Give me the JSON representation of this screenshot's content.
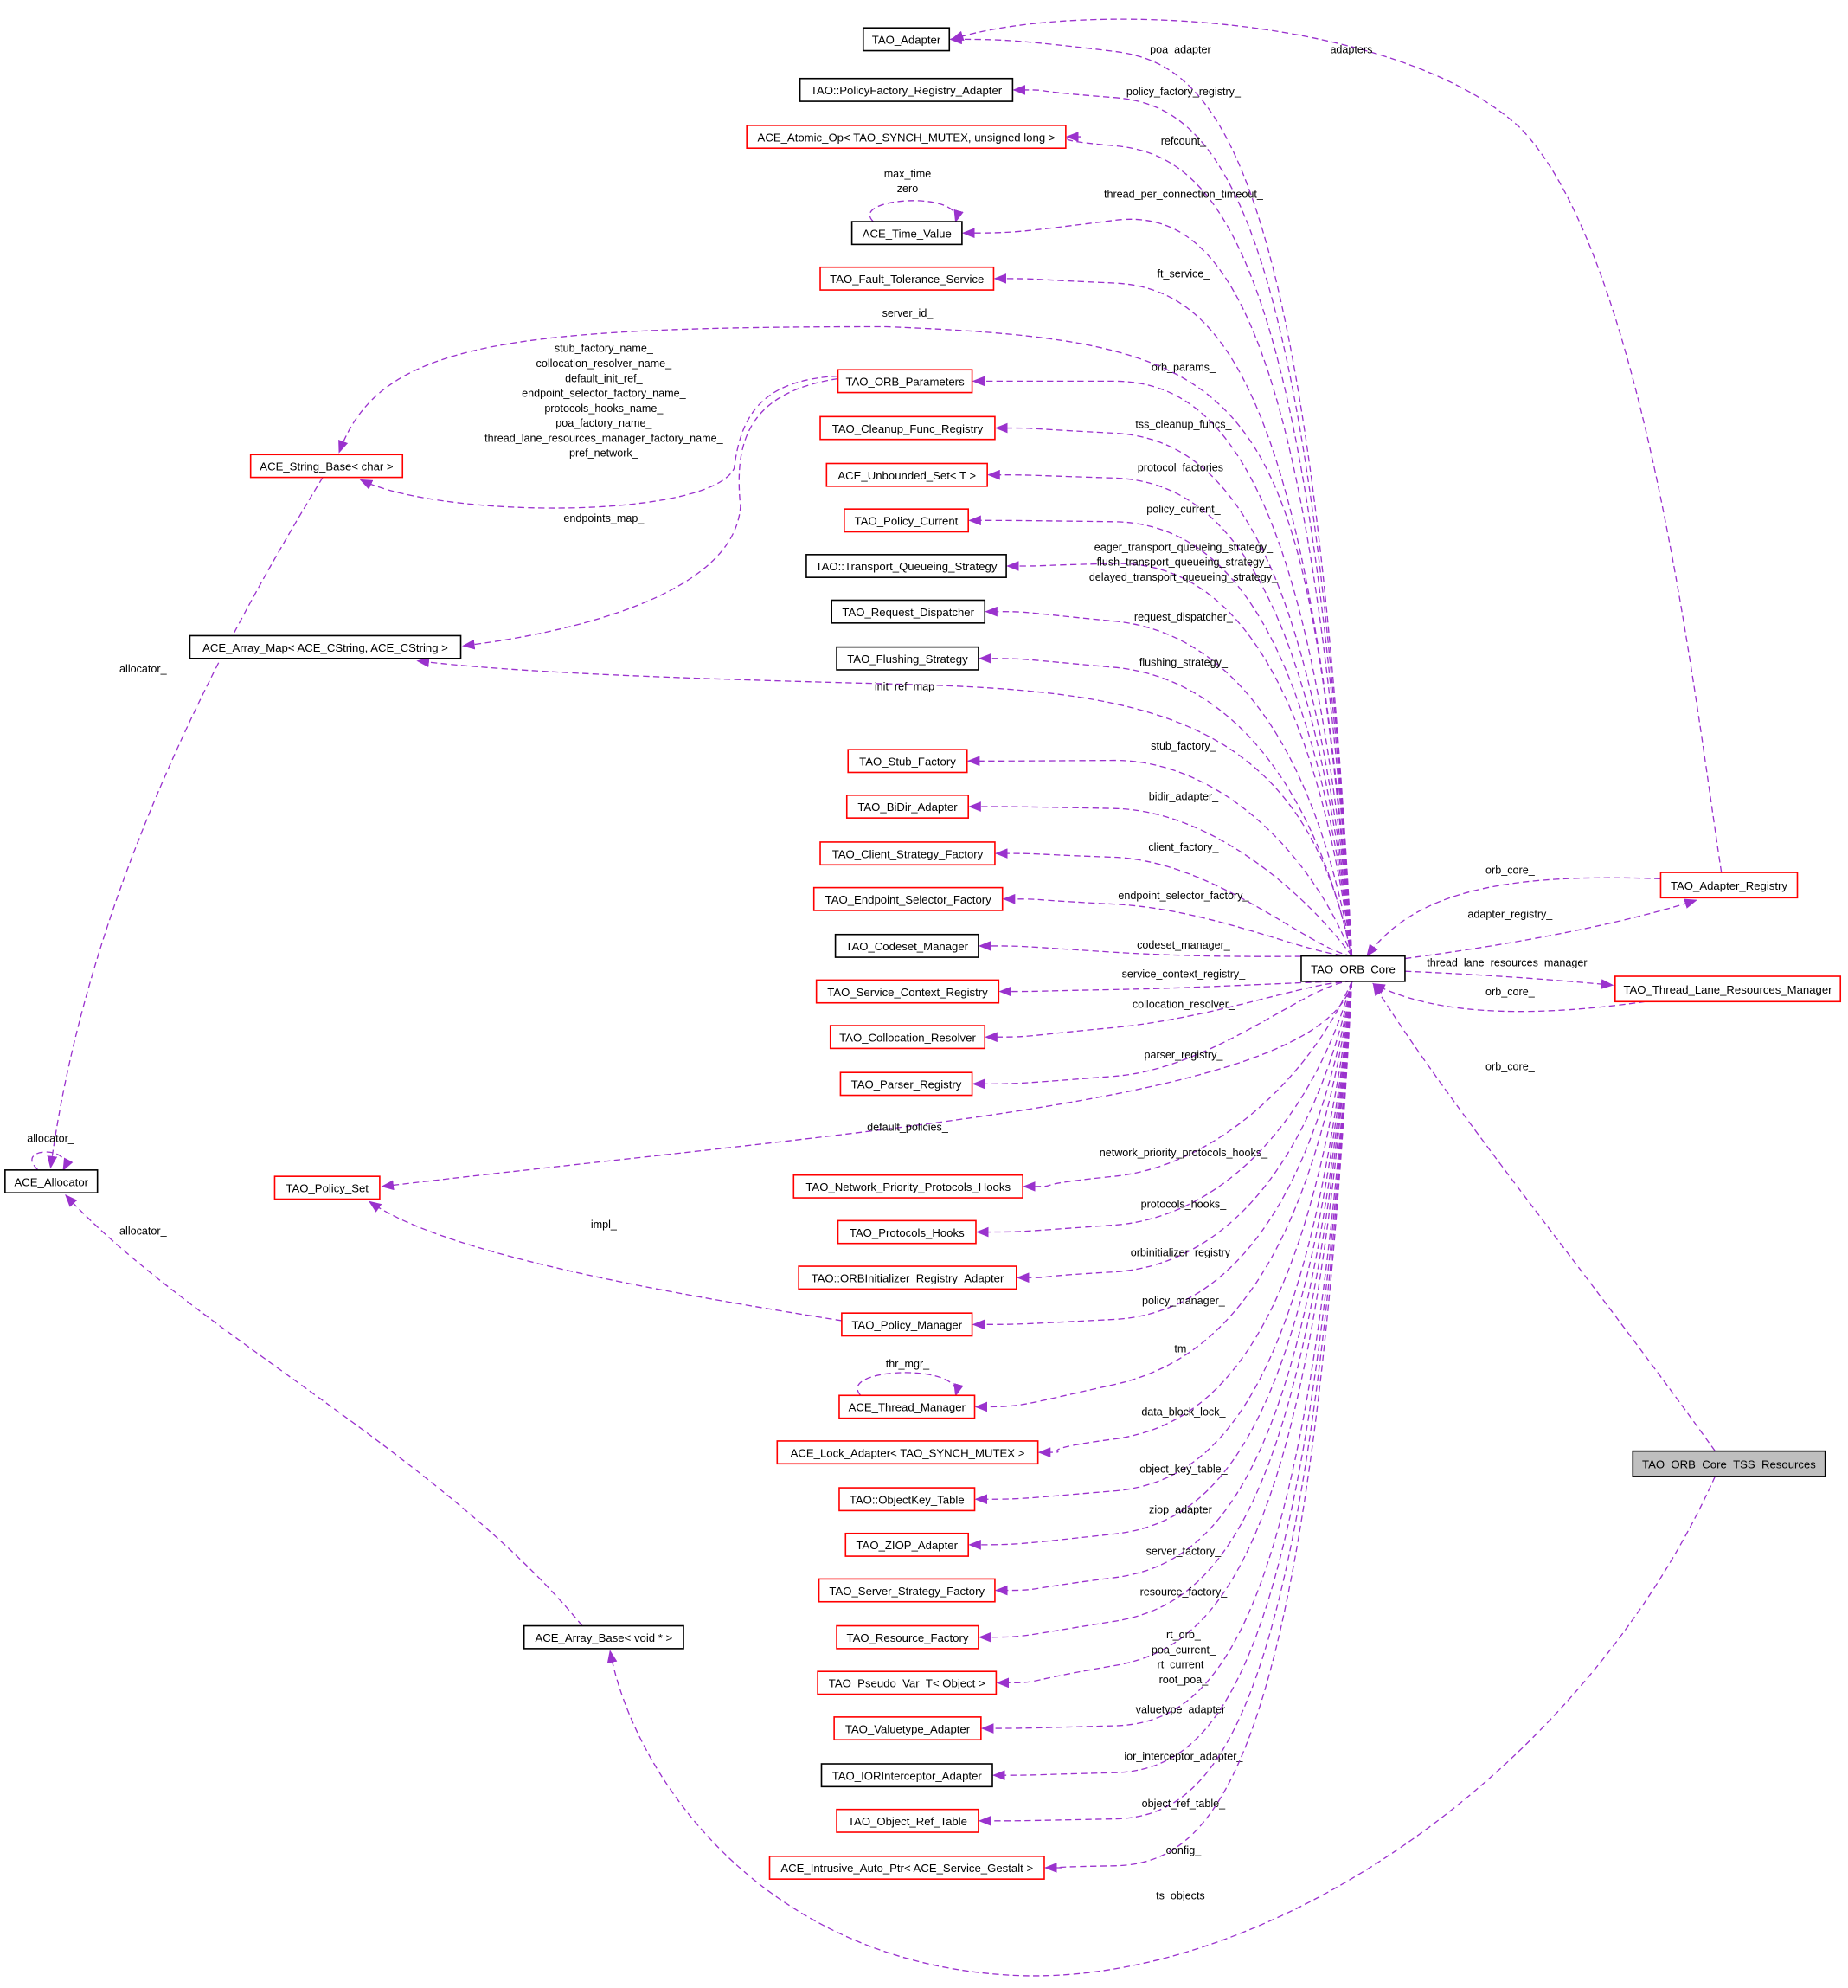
{
  "colors": {
    "edge": "#9a32cd",
    "red_border": "#ff0000",
    "black_border": "#000000",
    "root_fill": "#bfbfbf"
  },
  "nodes": [
    {
      "label": "TAO_Adapter",
      "border": "black"
    },
    {
      "label": "TAO::PolicyFactory_Registry_Adapter",
      "border": "black"
    },
    {
      "label": "ACE_Atomic_Op< TAO_SYNCH_MUTEX, unsigned long >",
      "border": "red"
    },
    {
      "label": "ACE_Time_Value",
      "border": "black"
    },
    {
      "label": "TAO_Fault_Tolerance_Service",
      "border": "red"
    },
    {
      "label": "TAO_ORB_Parameters",
      "border": "red"
    },
    {
      "label": "TAO_Cleanup_Func_Registry",
      "border": "red"
    },
    {
      "label": "ACE_Unbounded_Set< T >",
      "border": "red"
    },
    {
      "label": "TAO_Policy_Current",
      "border": "red"
    },
    {
      "label": "TAO::Transport_Queueing_Strategy",
      "border": "black"
    },
    {
      "label": "TAO_Request_Dispatcher",
      "border": "black"
    },
    {
      "label": "TAO_Flushing_Strategy",
      "border": "black"
    },
    {
      "label": "TAO_Stub_Factory",
      "border": "red"
    },
    {
      "label": "TAO_BiDir_Adapter",
      "border": "red"
    },
    {
      "label": "TAO_Client_Strategy_Factory",
      "border": "red"
    },
    {
      "label": "TAO_Endpoint_Selector_Factory",
      "border": "red"
    },
    {
      "label": "TAO_Codeset_Manager",
      "border": "black"
    },
    {
      "label": "TAO_Service_Context_Registry",
      "border": "red"
    },
    {
      "label": "TAO_Collocation_Resolver",
      "border": "red"
    },
    {
      "label": "TAO_Parser_Registry",
      "border": "red"
    },
    {
      "label": "TAO_Network_Priority_Protocols_Hooks",
      "border": "red"
    },
    {
      "label": "TAO_Protocols_Hooks",
      "border": "red"
    },
    {
      "label": "TAO::ORBInitializer_Registry_Adapter",
      "border": "red"
    },
    {
      "label": "TAO_Policy_Manager",
      "border": "red"
    },
    {
      "label": "ACE_Thread_Manager",
      "border": "red"
    },
    {
      "label": "ACE_Lock_Adapter< TAO_SYNCH_MUTEX >",
      "border": "red"
    },
    {
      "label": "TAO::ObjectKey_Table",
      "border": "red"
    },
    {
      "label": "TAO_ZIOP_Adapter",
      "border": "red"
    },
    {
      "label": "TAO_Server_Strategy_Factory",
      "border": "red"
    },
    {
      "label": "TAO_Resource_Factory",
      "border": "red"
    },
    {
      "label": "TAO_Pseudo_Var_T< Object >",
      "border": "red"
    },
    {
      "label": "TAO_Valuetype_Adapter",
      "border": "red"
    },
    {
      "label": "TAO_IORInterceptor_Adapter",
      "border": "black"
    },
    {
      "label": "TAO_Object_Ref_Table",
      "border": "red"
    },
    {
      "label": "ACE_Intrusive_Auto_Ptr< ACE_Service_Gestalt >",
      "border": "red"
    },
    {
      "label": "ACE_String_Base< char >",
      "border": "red"
    },
    {
      "label": "ACE_Array_Map< ACE_CString, ACE_CString >",
      "border": "black"
    },
    {
      "label": "ACE_Allocator",
      "border": "black"
    },
    {
      "label": "TAO_Policy_Set",
      "border": "red"
    },
    {
      "label": "ACE_Array_Base< void * >",
      "border": "black"
    },
    {
      "label": "TAO_ORB_Core",
      "border": "black"
    },
    {
      "label": "TAO_Adapter_Registry",
      "border": "red"
    },
    {
      "label": "TAO_Thread_Lane_Resources_Manager",
      "border": "red"
    },
    {
      "label": "TAO_ORB_Core_TSS_Resources",
      "border": "black",
      "root": true
    }
  ],
  "edges": [
    {
      "from": 40,
      "to": 0,
      "labels": [
        "poa_adapter_"
      ]
    },
    {
      "from": 40,
      "to": 1,
      "labels": [
        "policy_factory_registry_"
      ]
    },
    {
      "from": 40,
      "to": 2,
      "labels": [
        "refcount_"
      ]
    },
    {
      "from": 40,
      "to": 3,
      "labels": [
        "thread_per_connection_timeout_"
      ]
    },
    {
      "from": 40,
      "to": 4,
      "labels": [
        "ft_service_"
      ]
    },
    {
      "from": 40,
      "to": 5,
      "labels": [
        "orb_params_"
      ]
    },
    {
      "from": 40,
      "to": 6,
      "labels": [
        "tss_cleanup_funcs_"
      ]
    },
    {
      "from": 40,
      "to": 7,
      "labels": [
        "protocol_factories_"
      ]
    },
    {
      "from": 40,
      "to": 8,
      "labels": [
        "policy_current_"
      ]
    },
    {
      "from": 40,
      "to": 9,
      "labels": [
        "eager_transport_queueing_strategy_",
        "flush_transport_queueing_strategy_",
        "delayed_transport_queueing_strategy_"
      ]
    },
    {
      "from": 40,
      "to": 10,
      "labels": [
        "request_dispatcher_"
      ]
    },
    {
      "from": 40,
      "to": 11,
      "labels": [
        "flushing_strategy_"
      ]
    },
    {
      "from": 40,
      "to": 12,
      "labels": [
        "stub_factory_"
      ]
    },
    {
      "from": 40,
      "to": 13,
      "labels": [
        "bidir_adapter_"
      ]
    },
    {
      "from": 40,
      "to": 14,
      "labels": [
        "client_factory_"
      ]
    },
    {
      "from": 40,
      "to": 15,
      "labels": [
        "endpoint_selector_factory_"
      ]
    },
    {
      "from": 40,
      "to": 16,
      "labels": [
        "codeset_manager_"
      ]
    },
    {
      "from": 40,
      "to": 17,
      "labels": [
        "service_context_registry_"
      ]
    },
    {
      "from": 40,
      "to": 18,
      "labels": [
        "collocation_resolver_"
      ]
    },
    {
      "from": 40,
      "to": 19,
      "labels": [
        "parser_registry_"
      ]
    },
    {
      "from": 40,
      "to": 20,
      "labels": [
        "network_priority_protocols_hooks_"
      ]
    },
    {
      "from": 40,
      "to": 21,
      "labels": [
        "protocols_hooks_"
      ]
    },
    {
      "from": 40,
      "to": 22,
      "labels": [
        "orbinitializer_registry_"
      ]
    },
    {
      "from": 40,
      "to": 23,
      "labels": [
        "policy_manager_"
      ]
    },
    {
      "from": 40,
      "to": 24,
      "labels": [
        "tm_"
      ]
    },
    {
      "from": 40,
      "to": 25,
      "labels": [
        "data_block_lock_"
      ]
    },
    {
      "from": 40,
      "to": 26,
      "labels": [
        "object_key_table_"
      ]
    },
    {
      "from": 40,
      "to": 27,
      "labels": [
        "ziop_adapter_"
      ]
    },
    {
      "from": 40,
      "to": 28,
      "labels": [
        "server_factory_"
      ]
    },
    {
      "from": 40,
      "to": 29,
      "labels": [
        "resource_factory_"
      ]
    },
    {
      "from": 40,
      "to": 30,
      "labels": [
        "rt_orb_",
        "poa_current_",
        "rt_current_",
        "root_poa_"
      ]
    },
    {
      "from": 40,
      "to": 31,
      "labels": [
        "valuetype_adapter_"
      ]
    },
    {
      "from": 40,
      "to": 32,
      "labels": [
        "ior_interceptor_adapter_"
      ]
    },
    {
      "from": 40,
      "to": 33,
      "labels": [
        "object_ref_table_"
      ]
    },
    {
      "from": 40,
      "to": 34,
      "labels": [
        "config_"
      ]
    },
    {
      "from": 41,
      "to": 0,
      "labels": [
        "adapters_"
      ]
    },
    {
      "from": 40,
      "to": 35,
      "labels": [
        "server_id_"
      ]
    },
    {
      "from": 5,
      "to": 35,
      "labels": [
        "stub_factory_name_",
        "collocation_resolver_name_",
        "default_init_ref_",
        "endpoint_selector_factory_name_",
        "protocols_hooks_name_",
        "poa_factory_name_",
        "thread_lane_resources_manager_factory_name_",
        "pref_network_"
      ]
    },
    {
      "from": 5,
      "to": 36,
      "labels": [
        "endpoints_map_"
      ]
    },
    {
      "from": 40,
      "to": 36,
      "labels": [
        "init_ref_map_"
      ]
    },
    {
      "from": 35,
      "to": 37,
      "labels": [
        "allocator_"
      ]
    },
    {
      "from": 37,
      "to": 37,
      "labels": [
        "allocator_"
      ]
    },
    {
      "from": 39,
      "to": 37,
      "labels": [
        "allocator_"
      ]
    },
    {
      "from": 40,
      "to": 38,
      "labels": [
        "default_policies_"
      ]
    },
    {
      "from": 23,
      "to": 38,
      "labels": [
        "impl_"
      ]
    },
    {
      "from": 43,
      "to": 39,
      "labels": [
        "ts_objects_"
      ]
    },
    {
      "from": 3,
      "to": 3,
      "labels": [
        "max_time",
        "zero"
      ]
    },
    {
      "from": 24,
      "to": 24,
      "labels": [
        "thr_mgr_"
      ]
    },
    {
      "from": 41,
      "to": 40,
      "labels": [
        "orb_core_"
      ]
    },
    {
      "from": 40,
      "to": 41,
      "labels": [
        "adapter_registry_"
      ]
    },
    {
      "from": 40,
      "to": 42,
      "labels": [
        "thread_lane_resources_manager_"
      ]
    },
    {
      "from": 42,
      "to": 40,
      "labels": [
        "orb_core_"
      ]
    },
    {
      "from": 43,
      "to": 40,
      "labels": [
        "orb_core_"
      ]
    }
  ]
}
